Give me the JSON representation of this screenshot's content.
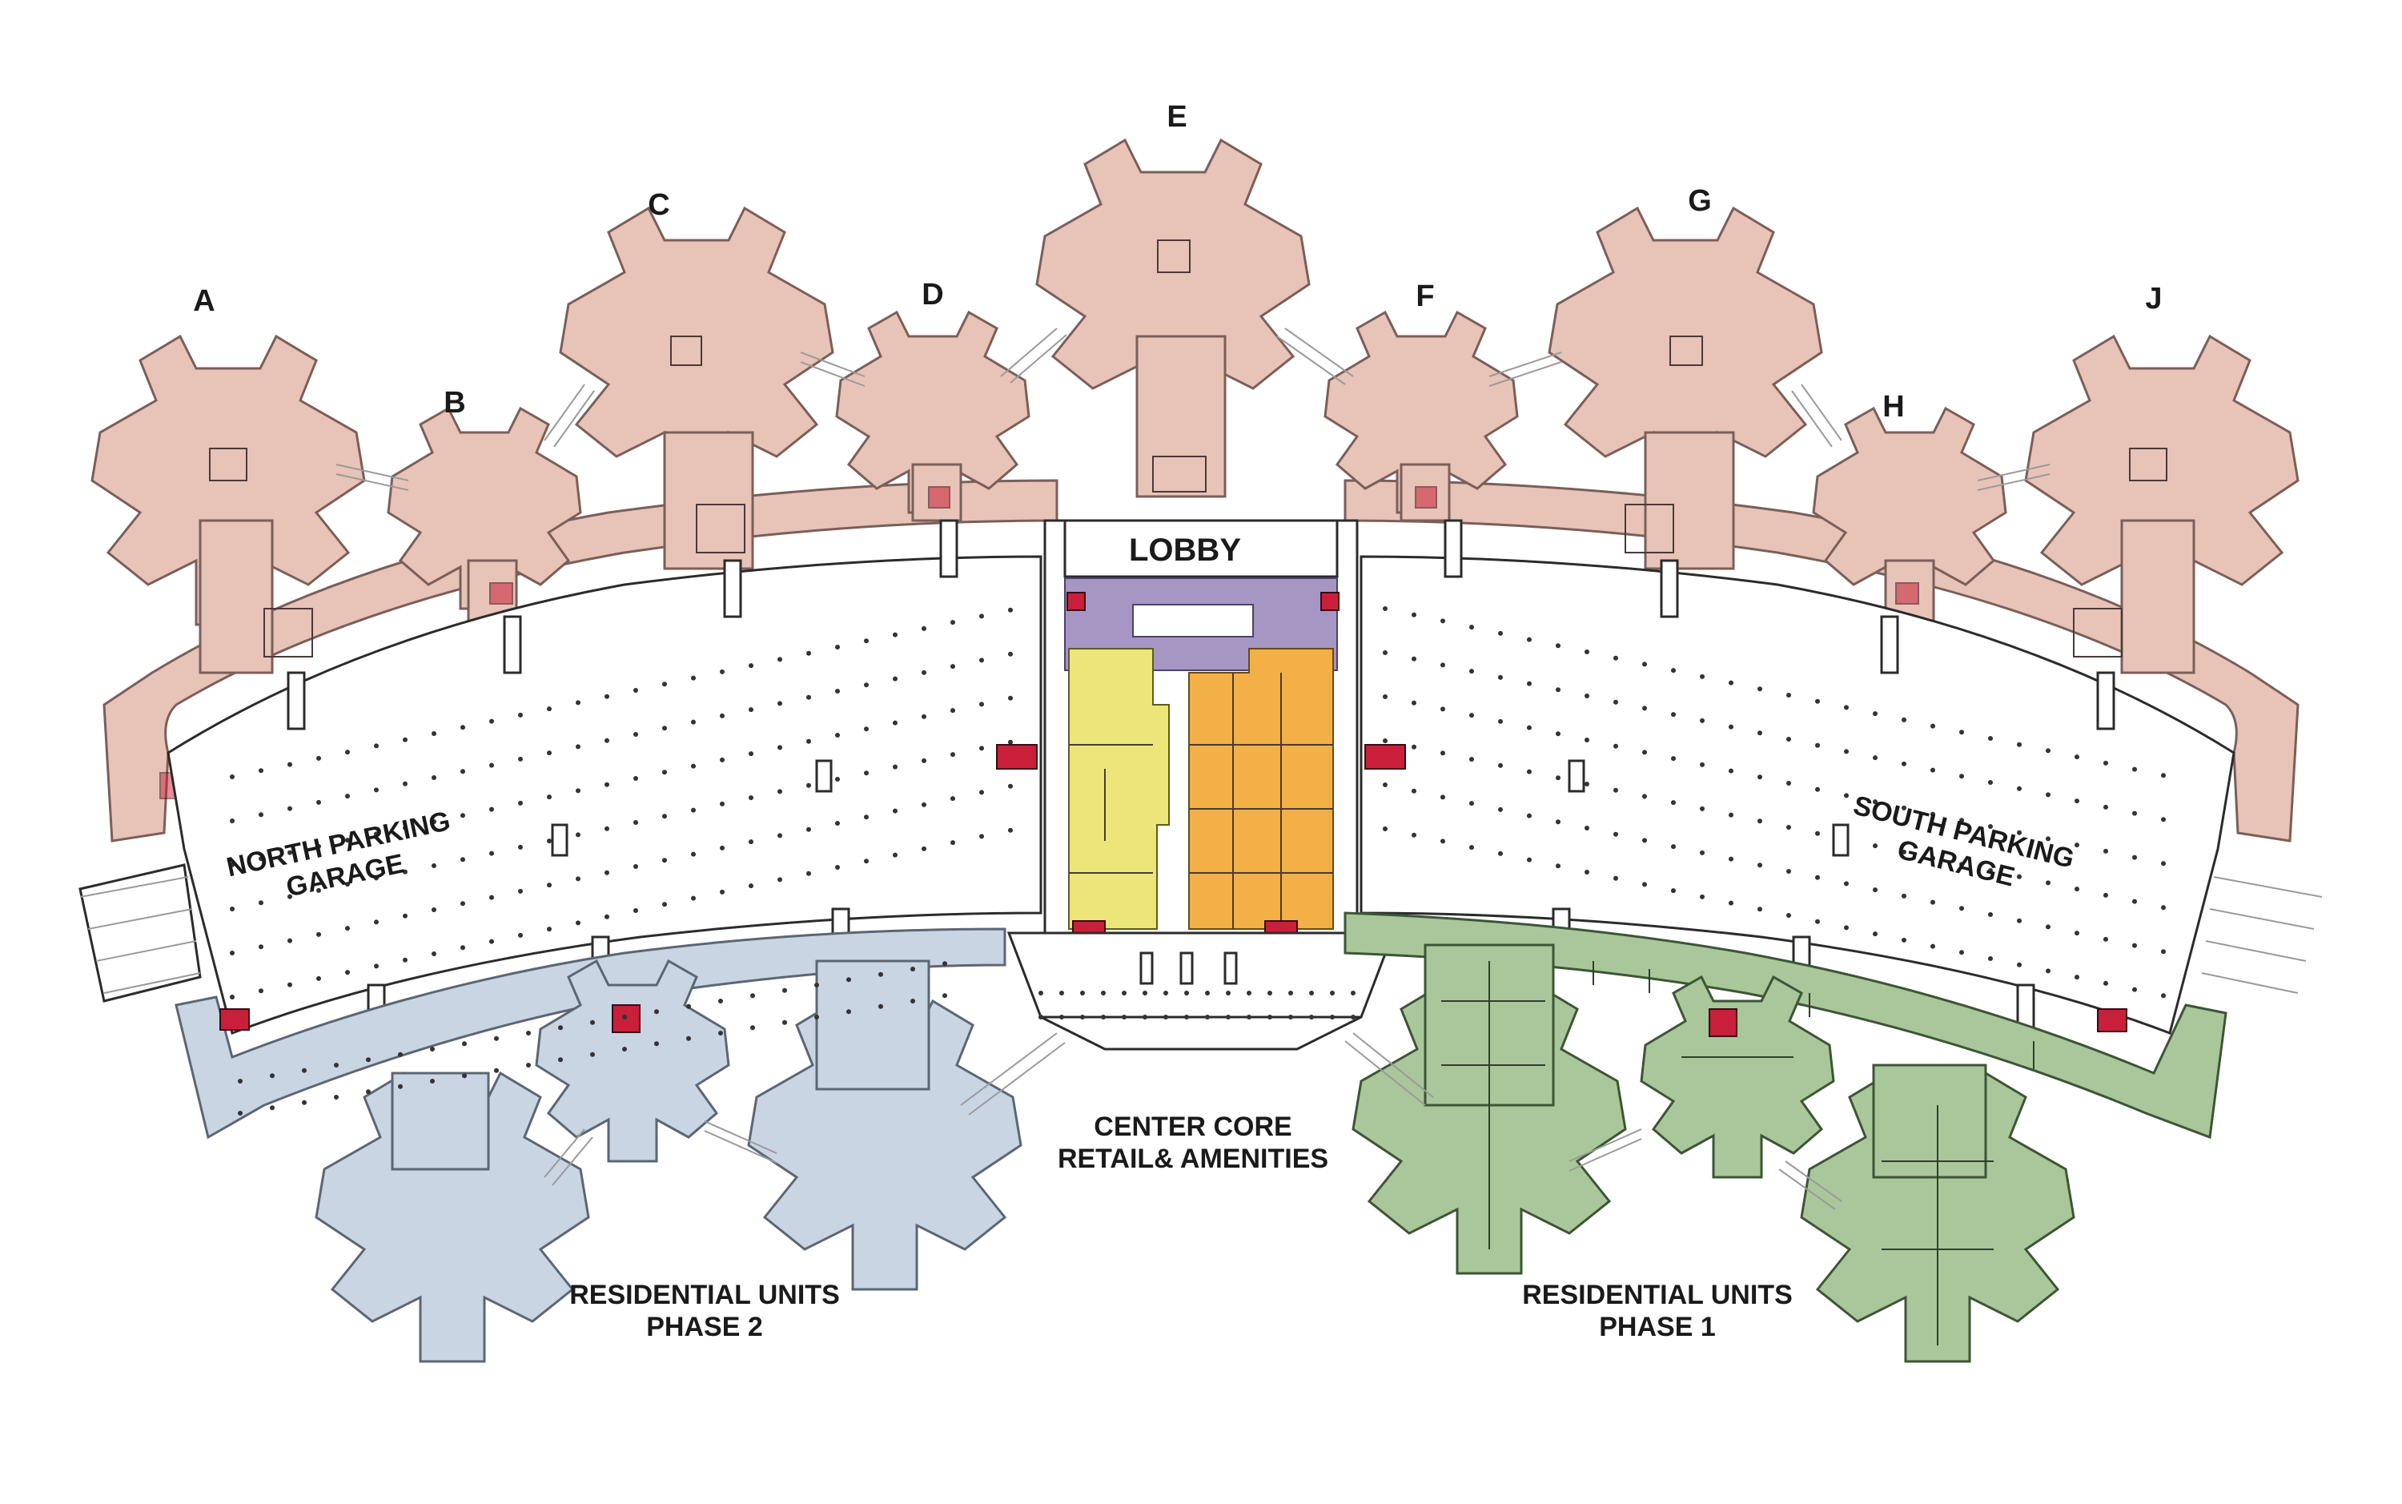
{
  "wings": [
    {
      "letter": "A"
    },
    {
      "letter": "B"
    },
    {
      "letter": "C"
    },
    {
      "letter": "D"
    },
    {
      "letter": "E"
    },
    {
      "letter": "F"
    },
    {
      "letter": "G"
    },
    {
      "letter": "H"
    },
    {
      "letter": "J"
    }
  ],
  "labels": {
    "lobby": "LOBBY",
    "north_garage_1": "NORTH PARKING",
    "north_garage_2": "GARAGE",
    "south_garage_1": "SOUTH PARKING",
    "south_garage_2": "GARAGE",
    "center_core_1": "CENTER CORE",
    "center_core_2": "RETAIL& AMENITIES",
    "res_phase2_1": "RESIDENTIAL UNITS",
    "res_phase2_2": "PHASE 2",
    "res_phase1_1": "RESIDENTIAL UNITS",
    "res_phase1_2": "PHASE 1"
  },
  "colors": {
    "hotel_wings": "#e8c3b8",
    "residential_phase2": "#c9d5e3",
    "residential_phase1": "#a9c79b",
    "retail_yellow": "#ece67a",
    "retail_orange": "#f2b046",
    "lobby_purple": "#a696c4",
    "cores_red": "#c91f3a"
  }
}
